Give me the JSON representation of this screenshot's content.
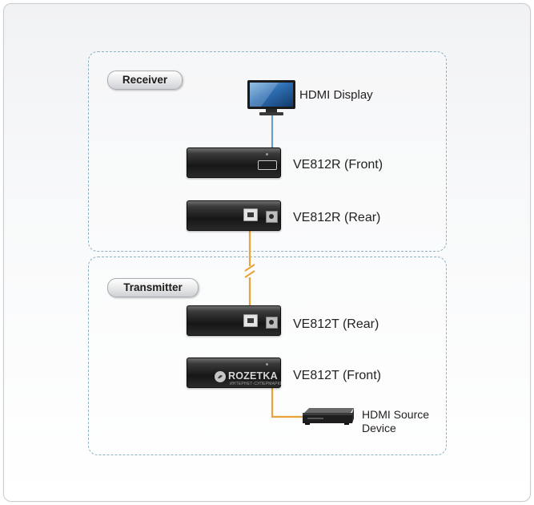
{
  "zones": {
    "receiver": {
      "title": "Receiver"
    },
    "transmitter": {
      "title": "Transmitter"
    }
  },
  "devices": {
    "hdmi_display": {
      "label": "HDMI Display"
    },
    "ve812r_front": {
      "label": "VE812R (Front)"
    },
    "ve812r_rear": {
      "label": "VE812R (Rear)"
    },
    "ve812t_rear": {
      "label": "VE812T (Rear)"
    },
    "ve812t_front": {
      "label": "VE812T (Front)"
    },
    "hdmi_source": {
      "label_line1": "HDMI Source",
      "label_line2": "Device"
    }
  },
  "watermark": {
    "text": "ROZETKA",
    "subtext": "ИНТЕРНЕТ-СУПЕРМАРКЕТ"
  },
  "colors": {
    "cable_hdmi": "#6d9ec6",
    "cable_cat": "#e8a33a",
    "zone_border": "#8eb2be"
  }
}
